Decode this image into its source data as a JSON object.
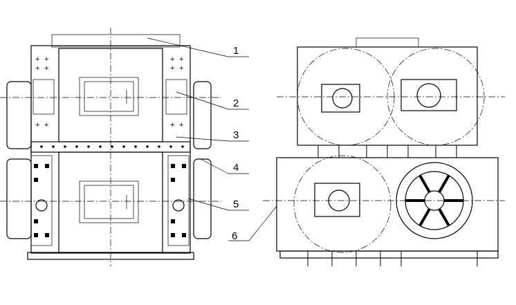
{
  "drawing": {
    "title": "Four-roll crusher assembly drawing",
    "callouts": [
      {
        "number": "1"
      },
      {
        "number": "2"
      },
      {
        "number": "3"
      },
      {
        "number": "4"
      },
      {
        "number": "5"
      },
      {
        "number": "6"
      }
    ],
    "line_color": "#000000",
    "background": "#ffffff"
  }
}
